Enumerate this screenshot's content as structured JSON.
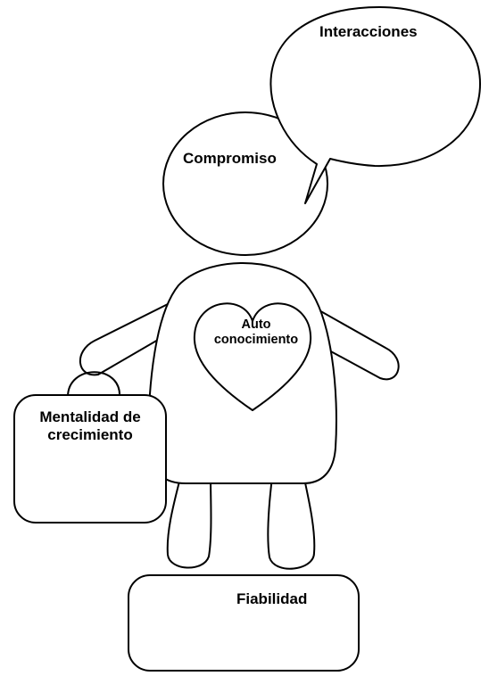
{
  "labels": {
    "interacciones": "Interacciones",
    "compromiso": "Compromiso",
    "auto": "Auto",
    "conocimiento": "conocimiento",
    "mentalidad_line1": "Mentalidad de",
    "mentalidad_line2": "crecimiento",
    "fiabilidad": "Fiabilidad"
  },
  "colors": {
    "stroke": "#000000",
    "fill": "#ffffff",
    "text": "#000000"
  }
}
